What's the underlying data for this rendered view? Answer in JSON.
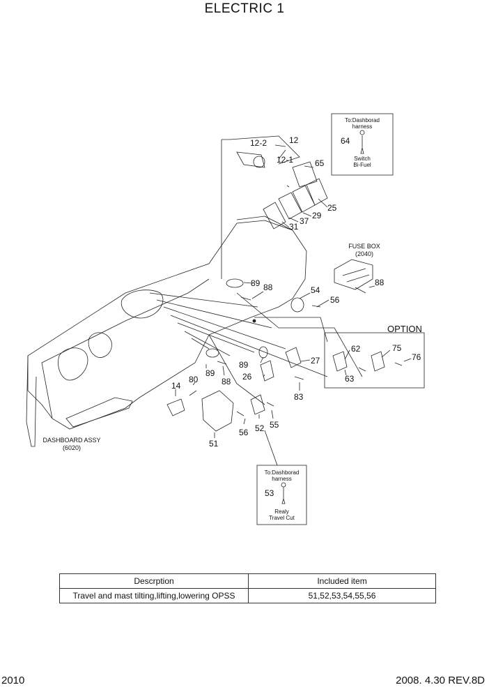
{
  "title": "ELECTRIC 1",
  "callouts": {
    "p12": "12",
    "p12_2": "12-2",
    "p12_1": "12-1",
    "p65": "65",
    "p64": "64",
    "p25": "25",
    "p29": "29",
    "p37": "37",
    "p31": "31",
    "p89a": "89",
    "p88a": "88",
    "p54": "54",
    "p56a": "56",
    "p88b": "88",
    "p62": "62",
    "p75": "75",
    "p76": "76",
    "p63": "63",
    "p27": "27",
    "p89b": "89",
    "p26": "26",
    "p83": "83",
    "p80": "80",
    "p89c": "89",
    "p88c": "88",
    "p14": "14",
    "p51": "51",
    "p56b": "56",
    "p52": "52",
    "p55": "55",
    "p53": "53"
  },
  "labels": {
    "fuse_box": "FUSE BOX",
    "fuse_box_ref": "(2040)",
    "dashboard_assy": "DASHBOARD ASSY",
    "dashboard_ref": "(6020)",
    "option": "OPTION"
  },
  "inset_top": {
    "line1": "To:Dashborad",
    "line2": "harness",
    "line3": "Switch",
    "line4": "Bi-Fuel"
  },
  "inset_bottom": {
    "line1": "To:Dashborad",
    "line2": "harness",
    "line3": "Realy",
    "line4": "Travel Cut"
  },
  "table": {
    "headers": [
      "Descrption",
      "Included item"
    ],
    "rows": [
      [
        "Travel and mast tilting,lifting,lowering OPSS",
        "51,52,53,54,55,56"
      ]
    ]
  },
  "footer": {
    "page": "2010",
    "revision": "2008. 4.30  REV.8D"
  }
}
